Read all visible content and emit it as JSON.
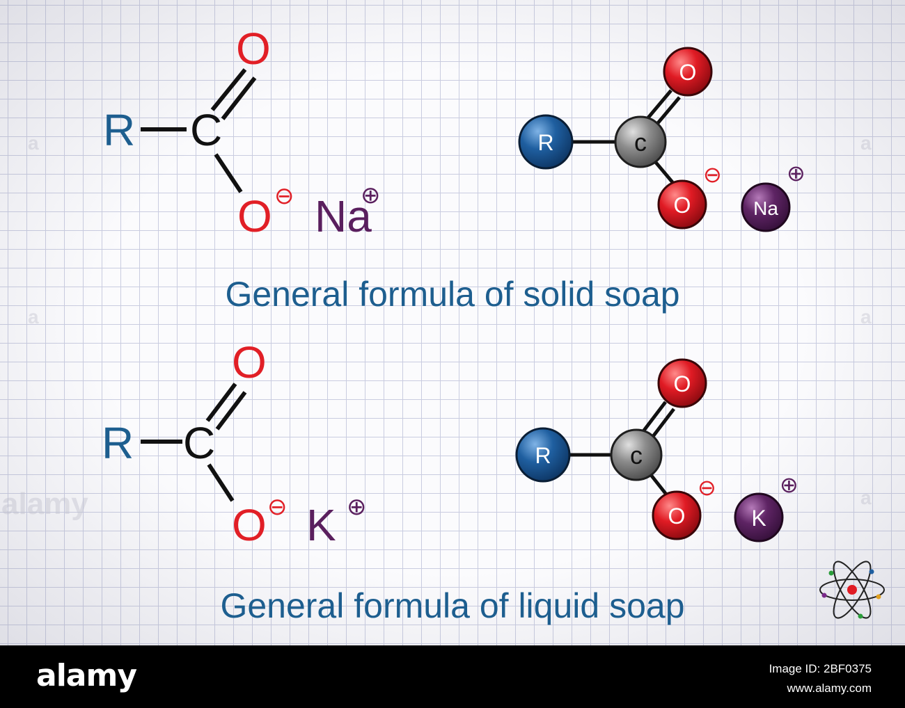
{
  "colors": {
    "r_group": "#1d5e8f",
    "carbon": "#111111",
    "oxygen": "#e11f26",
    "cation": "#5a1f5e",
    "title": "#1d5e8f",
    "carbon_ball": "#8c8c8c",
    "r_ball": "#1f5fa0",
    "o_ball": "#e01b24",
    "cation_ball": "#5e2464"
  },
  "solid": {
    "title": "General formula of solid soap",
    "r": "R",
    "c": "C",
    "o_top": "O",
    "o_bottom": "O",
    "cation": "Na",
    "minus": "⊖",
    "plus": "⊕",
    "ball_r": "R",
    "ball_c": "c",
    "ball_o_top": "O",
    "ball_o_bottom": "O",
    "ball_cation": "Na"
  },
  "liquid": {
    "title": "General formula of liquid soap",
    "r": "R",
    "c": "C",
    "o_top": "O",
    "o_bottom": "O",
    "cation": "K",
    "minus": "⊖",
    "plus": "⊕",
    "ball_r": "R",
    "ball_c": "c",
    "ball_o_top": "O",
    "ball_o_bottom": "O",
    "ball_cation": "K"
  },
  "watermark": {
    "side_mark": "a",
    "word": "alamy"
  },
  "footer": {
    "brand": "alamy",
    "image_id": "Image ID: 2BF0375",
    "site": "www.alamy.com"
  }
}
